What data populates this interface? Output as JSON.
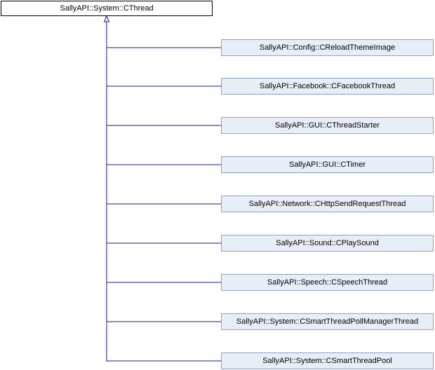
{
  "base_class": {
    "label": "SallyAPI::System::CThread"
  },
  "derived_classes": [
    {
      "label": "SallyAPI::Config::CReloadThemeImage"
    },
    {
      "label": "SallyAPI::Facebook::CFacebookThread"
    },
    {
      "label": "SallyAPI::GUI::CThreadStarter"
    },
    {
      "label": "SallyAPI::GUI::CTimer"
    },
    {
      "label": "SallyAPI::Network::CHttpSendRequestThread"
    },
    {
      "label": "SallyAPI::Sound::CPlaySound"
    },
    {
      "label": "SallyAPI::Speech::CSpeechThread"
    },
    {
      "label": "SallyAPI::System::CSmartThreadPollManagerThread"
    },
    {
      "label": "SallyAPI::System::CSmartThreadPool"
    }
  ],
  "colors": {
    "edge": "#1a1a8a",
    "derived_fill": "#e8eef7",
    "derived_border": "#8ca0c8",
    "base_fill": "#ffffff",
    "base_border": "#000000"
  }
}
